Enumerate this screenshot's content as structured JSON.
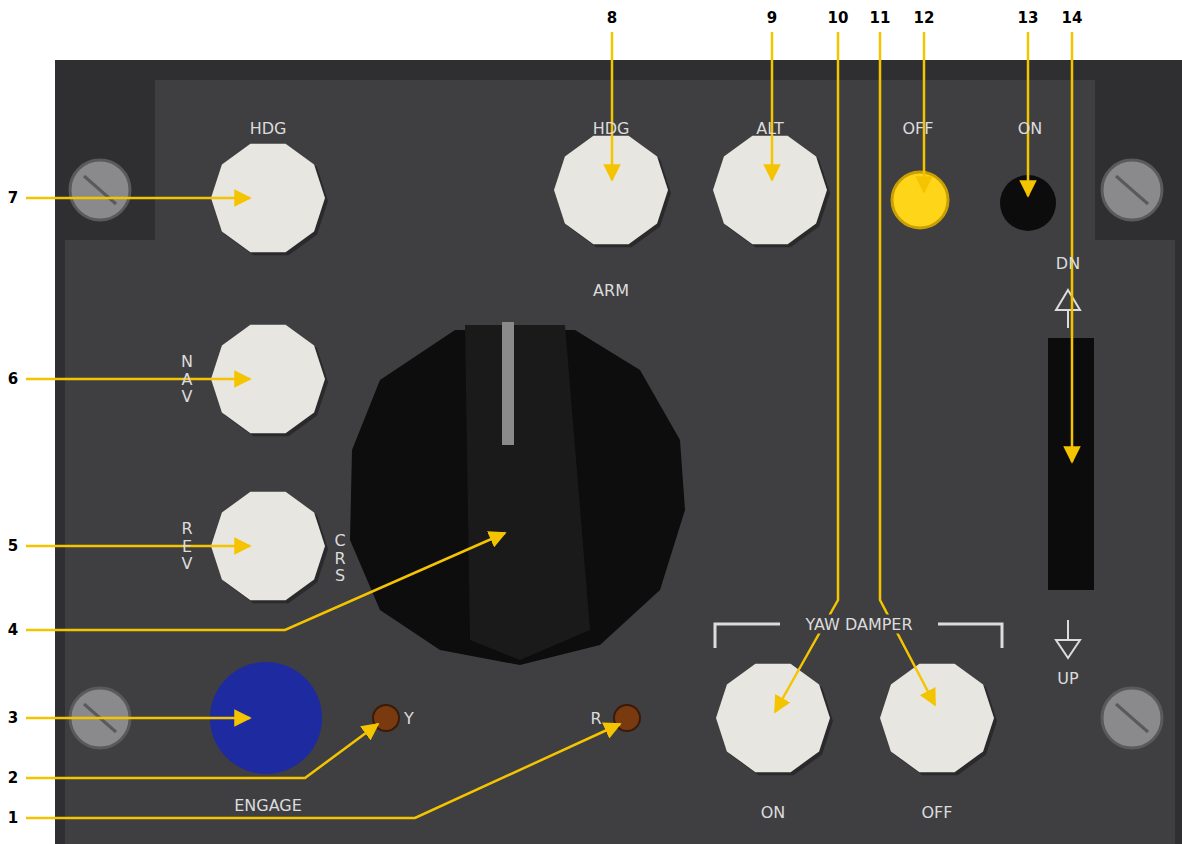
{
  "diagram": {
    "labels": [
      "8",
      "9",
      "10",
      "11",
      "12",
      "13",
      "14",
      "7",
      "6",
      "5",
      "4",
      "3",
      "2",
      "1",
      "HDG",
      "HDG",
      "ALT",
      "OFF",
      "ON",
      "ARM",
      "NAV",
      "REV",
      "CRS",
      "ENGAGE",
      "Y",
      "R",
      "YAW DAMPER",
      "ON",
      "OFF",
      "DN",
      "UP"
    ]
  }
}
